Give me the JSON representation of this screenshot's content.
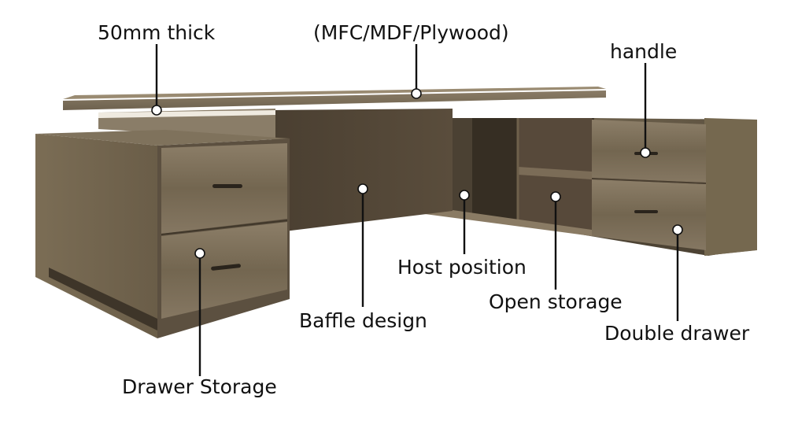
{
  "labels": {
    "thickness": "50mm thick",
    "material": "(MFC/MDF/Plywood)",
    "handle": "handle",
    "host_position": "Host position",
    "baffle_design": "Baffle design",
    "open_storage": "Open storage",
    "double_drawer": "Double drawer",
    "drawer_storage": "Drawer Storage"
  },
  "colors": {
    "wood_dark": "#5e5242",
    "wood_mid": "#7a6c58",
    "wood_light": "#94866f",
    "panel": "#6b5e49",
    "panel_dark": "#4f4535",
    "background": "#ffffff",
    "text": "#111111"
  }
}
